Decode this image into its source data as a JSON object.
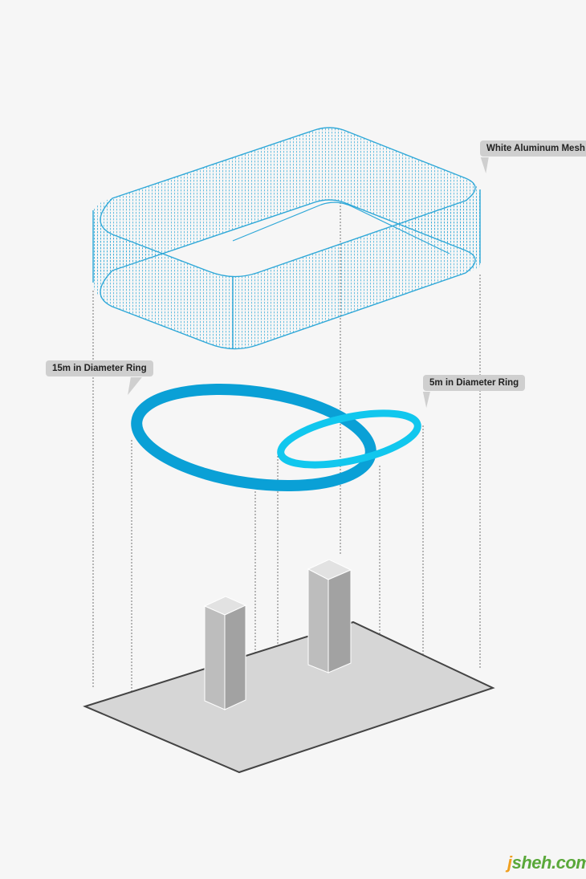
{
  "callouts": {
    "mesh": "White Aluminum Mesh",
    "ring_15m": "15m in Diameter Ring",
    "ring_5m": "5m in Diameter Ring"
  },
  "watermark": {
    "brand_j": "j",
    "brand_rest": "sheh.com"
  },
  "colors": {
    "mesh": "#2fa8d8",
    "ring_large": "#0aa0d6",
    "ring_small": "#11c7ee",
    "platform_fill": "#d6d6d6",
    "platform_stroke": "#444444",
    "tower_front": "#b9b9b9",
    "tower_side": "#9e9e9e",
    "tower_top": "#e2e2e2",
    "callout_bg": "#cfcfcf",
    "guide_line": "#666666"
  }
}
